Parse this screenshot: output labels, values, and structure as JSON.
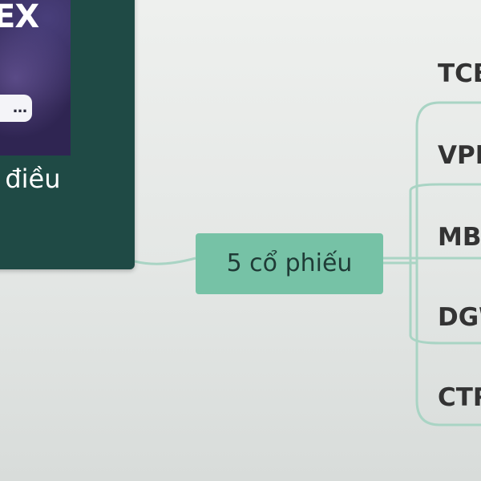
{
  "card": {
    "headline": "EX",
    "pill_text": "…",
    "caption": "’ điều"
  },
  "central_node": {
    "label": "5 cổ phiếu"
  },
  "branches": [
    {
      "label": "TCB"
    },
    {
      "label": "VPB"
    },
    {
      "label": "MB"
    },
    {
      "label": "DGW"
    },
    {
      "label": "CTR"
    }
  ],
  "colors": {
    "connector": "#a9d4c4",
    "central_node": "#76c2a6",
    "card": "#1f4a45"
  }
}
